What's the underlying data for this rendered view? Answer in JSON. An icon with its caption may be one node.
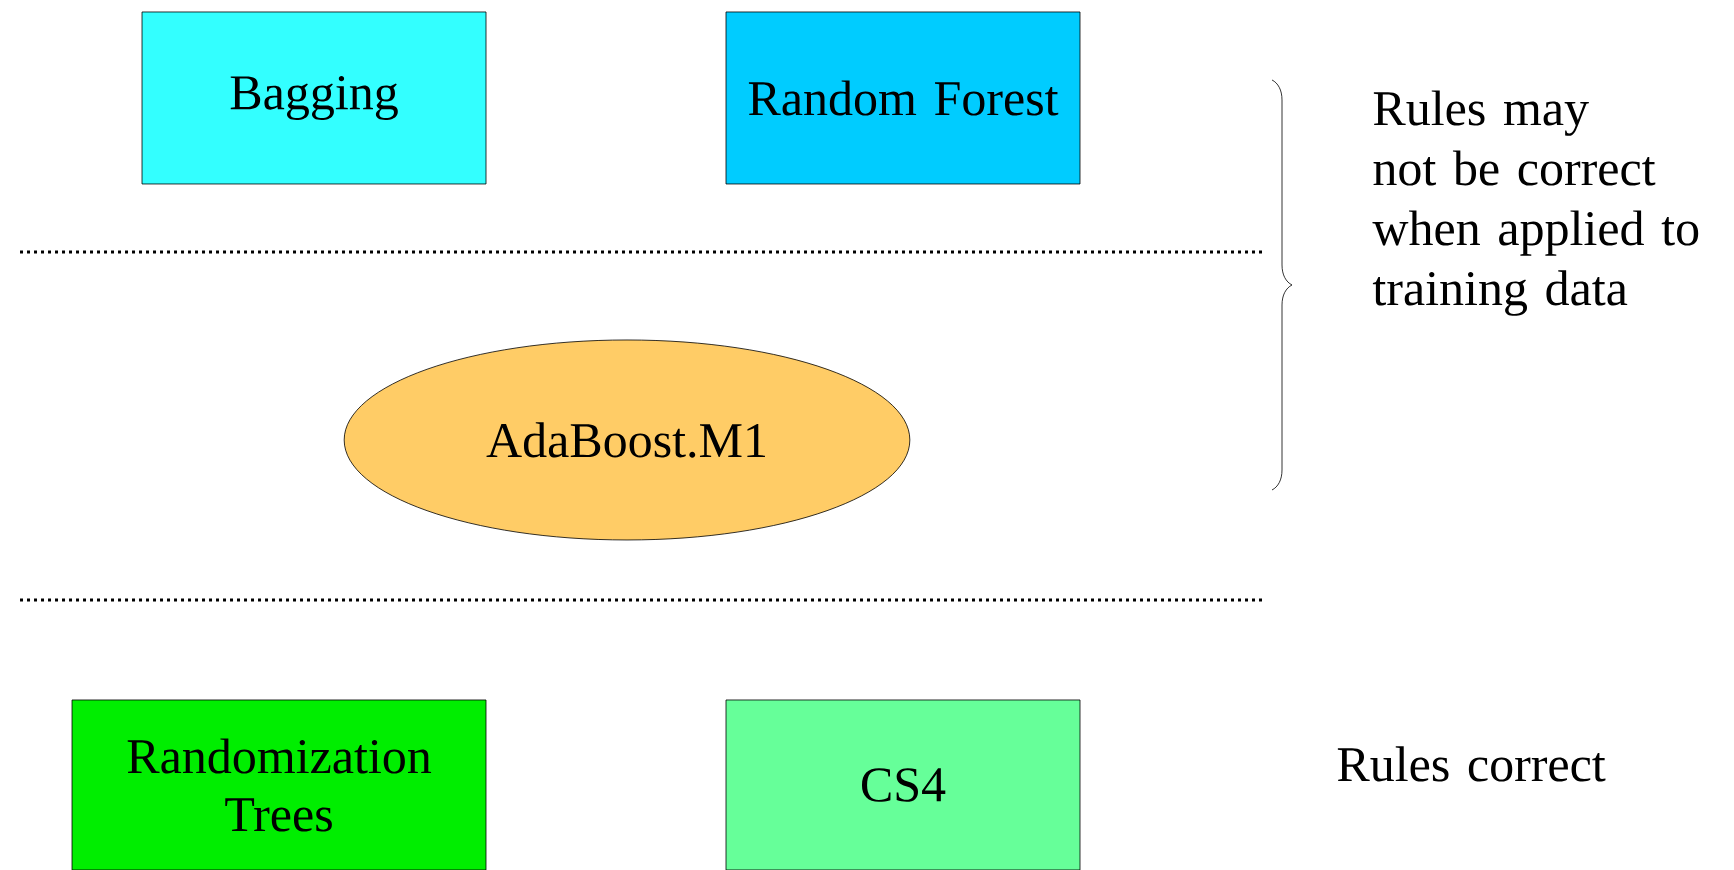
{
  "diagram": {
    "nodes": [
      {
        "text": [
          "Bagging"
        ]
      },
      {
        "text": [
          "Random Forest"
        ]
      },
      {
        "text": [
          "AdaBoost.M1"
        ]
      },
      {
        "text": [
          "Randomization Trees"
        ]
      },
      {
        "text": [
          "CS4"
        ]
      }
    ],
    "edges": [],
    "labels": [
      "Rules may not be correct when applied to training data",
      "Rules correct"
    ]
  }
}
